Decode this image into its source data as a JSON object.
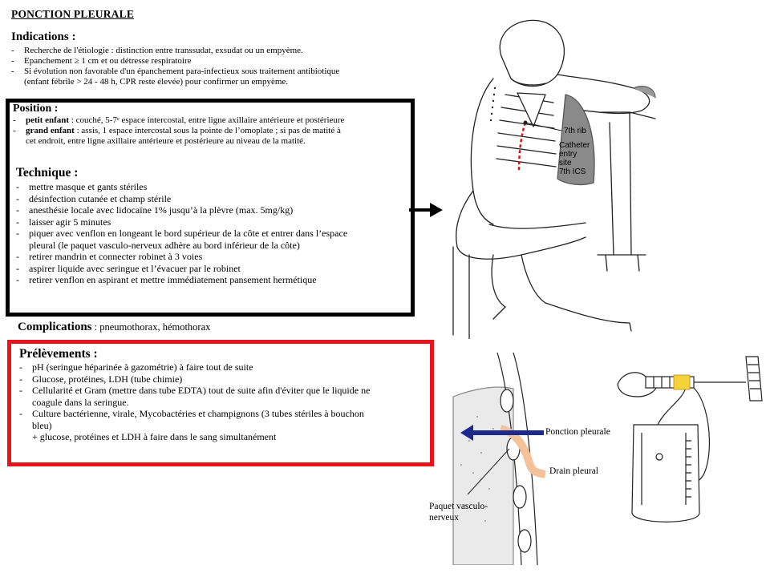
{
  "title": "PONCTION PLEURALE",
  "indications": {
    "heading": "Indications :",
    "items": [
      "Recherche de l'étiologie : distinction  entre transsudat, exsudat ou un empyème.",
      "Epanchement ≥ 1 cm et ou détresse respiratoire",
      "Si évolution non favorable d'un épanchement para-infectieux sous traitement antibiotique"
    ],
    "continuation": "(enfant fébrile > 24 - 48 h, CPR reste élevée) pour confirmer un empyème."
  },
  "position": {
    "heading": "Position :",
    "items": [
      {
        "bold": "petit enfant",
        "text": " : couché, 5-7ᵉ espace intercostal, entre ligne axillaire antérieure et postérieure"
      },
      {
        "bold": "grand enfant",
        "text": " : assis, 1 espace intercostal sous  la pointe de l’omoplate ; si pas de matité à"
      }
    ],
    "continuation": "cet endroit, entre ligne axillaire antérieure et postérieure au niveau de la matité."
  },
  "technique": {
    "heading": "Technique :",
    "items": [
      "mettre masque et gants stériles",
      "désinfection cutanée et champ stérile",
      "anesthésie locale avec lidocaïne 1% jusqu’à la plèvre (max. 5mg/kg)",
      "laisser agir 5 minutes",
      "piquer avec venflon en longeant le bord supérieur de la côte et entrer dans l’espace",
      "retirer mandrin et connecter robinet à 3 voies",
      "aspirer liquide avec seringue et l’évacuer par le robinet",
      "retirer venflon en aspirant et mettre immédiatement pansement hermétique"
    ],
    "continuation": "pleural (le paquet vasculo-nerveux adhère au bord inférieur de la côte)"
  },
  "complications": {
    "heading": "Complications",
    "text": " : pneumothorax, hémothorax"
  },
  "prelevements": {
    "heading": "Prélèvements :",
    "items": [
      "pH (seringue héparinée à gazométrie) à faire tout de suite",
      "Glucose, protéines, LDH (tube chimie)",
      "Cellularité et Gram (mettre dans tube EDTA) tout de suite afin d'éviter que le liquide ne",
      "Culture bactérienne, virale, Mycobactéries et  champignons (3 tubes stériles à bouchon"
    ],
    "continuation_1": "coagule dans la seringue.",
    "continuation_2": "bleu)",
    "continuation_3": "+ glucose, protéines et LDH à faire dans le sang simultanément"
  },
  "figure_labels": {
    "rib": "7th rib",
    "catheter_1": "Catheter",
    "catheter_2": "entry",
    "catheter_3": "site",
    "catheter_4": "7th ICS",
    "ponction": "Ponction pleurale",
    "drain": "Drain pleural",
    "paquet_1": "Paquet vasculo-",
    "paquet_2": "nerveux"
  },
  "colors": {
    "red_box": "#e8141b",
    "arrow_blue": "#1b2a8c",
    "drain_peach": "#f4c29a"
  }
}
